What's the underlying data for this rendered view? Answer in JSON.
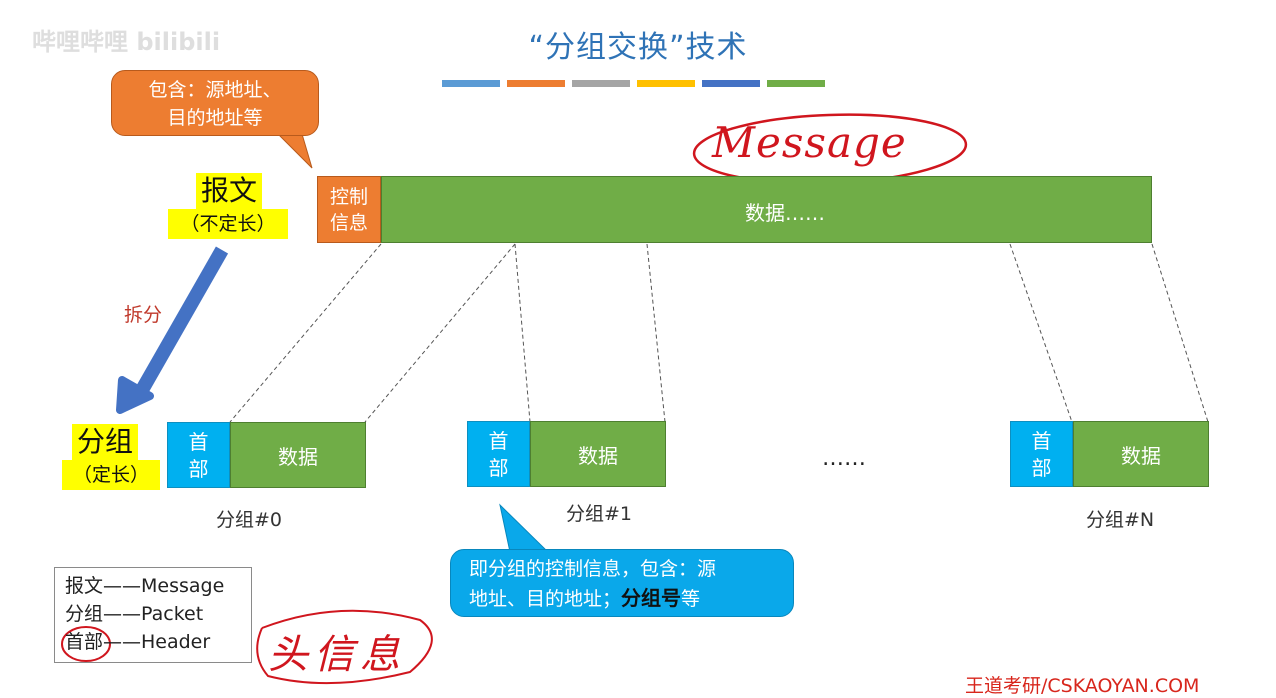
{
  "watermark": "哔哩哔哩 bilibili",
  "title": "“分组交换”技术",
  "colors": {
    "title": "#2f73b6",
    "bars": [
      "#5b9bd5",
      "#ed7d31",
      "#a5a5a5",
      "#ffc000",
      "#4472c4",
      "#70ad47"
    ],
    "control": "#ed7d31",
    "data": "#70ad47",
    "header": "#00b0f0",
    "arrow": "#4472c4",
    "ink": "#d0161e"
  },
  "callout_top": {
    "line1": "包含：源地址、",
    "line2": "目的地址等"
  },
  "message": {
    "label": "报文",
    "sub": "（不定长）",
    "control_line1": "控制",
    "control_line2": "信息",
    "data_label": "数据……",
    "handwriting": "Message"
  },
  "split_label": "拆分",
  "packet_group": {
    "label": "分组",
    "sub": "（定长）"
  },
  "packets": [
    {
      "head1": "首",
      "head2": "部",
      "data": "数据",
      "name": "分组#0"
    },
    {
      "head1": "首",
      "head2": "部",
      "data": "数据",
      "name": "分组#1"
    },
    {
      "head1": "首",
      "head2": "部",
      "data": "数据",
      "name": "分组#N"
    }
  ],
  "ellipsis": "……",
  "callout_bottom": {
    "line1": "即分组的控制信息，包含：源",
    "line2_a": "地址、目的地址；",
    "line2_b": "分组号",
    "line2_c": "等"
  },
  "legend": [
    "报文——Message",
    "分组——Packet",
    "首部——Header"
  ],
  "handwriting_header": "头信息",
  "footer": "王道考研/CSKAOYAN.COM"
}
